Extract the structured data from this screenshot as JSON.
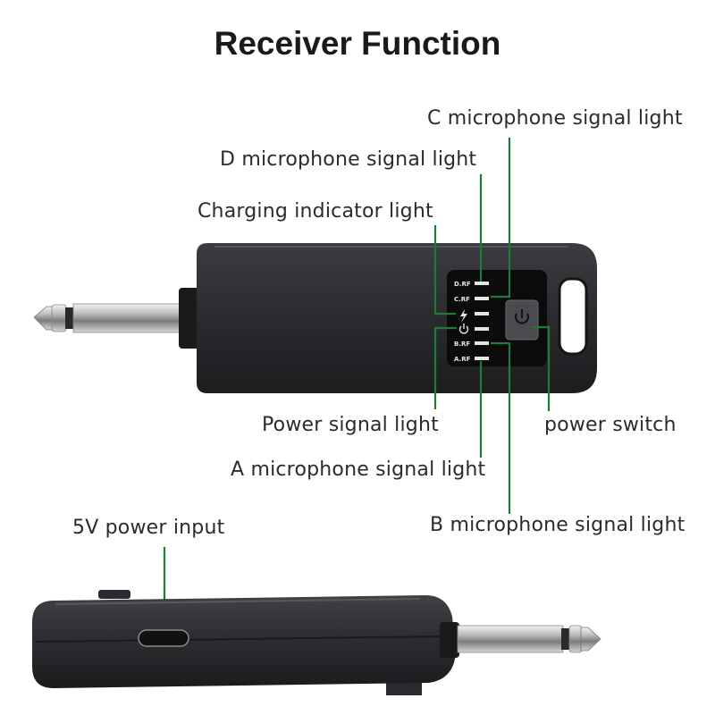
{
  "title": "Receiver Function",
  "labels": {
    "c_signal": "C microphone signal light",
    "d_signal": "D microphone signal light",
    "charging": "Charging indicator light",
    "power_signal": "Power signal light",
    "power_switch": "power switch",
    "a_signal": "A microphone signal light",
    "b_signal": "B microphone signal light",
    "power_input": "5V power input"
  },
  "panel": {
    "d_rf": "D.RF",
    "c_rf": "C.RF",
    "b_rf": "B.RF",
    "a_rf": "A.RF"
  },
  "colors": {
    "leader_line": "#1f7a3a",
    "device_body": "#2c2d30",
    "panel": "#0b0b0c"
  },
  "icons": [
    "lightning-icon",
    "power-icon",
    "power-button-icon",
    "usb-c-port-icon"
  ]
}
